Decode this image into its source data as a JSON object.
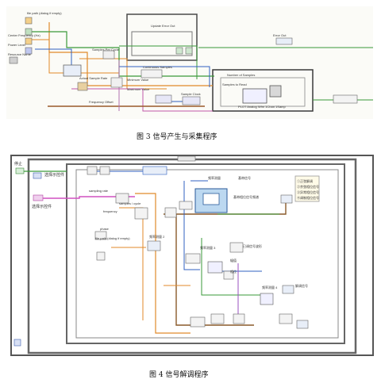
{
  "fig3": {
    "caption": "图 3 信号产生与采集程序",
    "labels": {
      "file_path": "file path (dialog if empty)",
      "update_error_out": "Update Error Out",
      "error_out": "Error Out",
      "samples_per_cycle": "Samples Per Cycle",
      "minimum_value": "Minimum Value",
      "maximum_value": "Maximum Value",
      "sample_clock": "Sample Clock",
      "number_of_samples": "Number of Samples",
      "continuous_samples": "Continuous Samples",
      "actual_sample_rate": "Actual Sample Rate",
      "center_frequency": "Center Frequency (Hz)",
      "power_level": "Power Level",
      "frequency_offset": "Frequency Offset",
      "waveform_chart": "PLOT Analog Wfm 1Chan 1Samp",
      "samples_to_read": "Samples to Read",
      "resource_name": "Resource Name"
    }
  },
  "fig4": {
    "caption": "图 4 信号解调程序",
    "labels": {
      "stop": "停止",
      "select_control": "选择示控件",
      "select_control2": "选择示控件",
      "sampling_rate": "sampling rate",
      "samples_per_cycle": "samples / cycle",
      "frequency": "frequency",
      "phase": "phase",
      "file_path": "file path (dialog if empty)",
      "freq_measure_1": "频率测量",
      "freq_measure_2": "频率测量 2",
      "freq_measure_3": "频率测量 3",
      "freq_measure_4": "频率测量 4",
      "baseband_signal": "基带信号",
      "baseband_waveform": "基带相位信号频谱",
      "modulated_signal": "已调信号波形",
      "demod_signal": "解调信号",
      "amplitude": "幅值",
      "phase_out": "相位",
      "legend_items": [
        "①正弦解调",
        "②余弦相位信号",
        "③异常相位信号",
        "④调制相位信号"
      ]
    }
  }
}
